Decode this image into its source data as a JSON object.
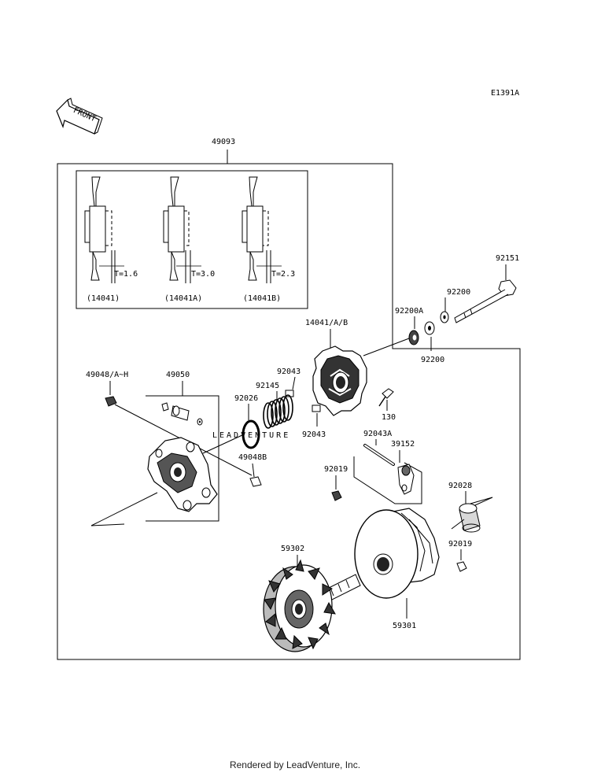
{
  "diagram_code": "E1391A",
  "front_arrow_text": "FRONT",
  "assembly_number": "49093",
  "inset": {
    "variants": [
      {
        "thickness_label": "T=1.6",
        "part_label": "(14041)"
      },
      {
        "thickness_label": "T=3.0",
        "part_label": "(14041A)"
      },
      {
        "thickness_label": "T=2.3",
        "part_label": "(14041B)"
      }
    ]
  },
  "parts": {
    "p92151": "92151",
    "p92200_top": "92200",
    "p92200A": "92200A",
    "p92200_bottom": "92200",
    "p14041": "14041/A/B",
    "p92043_a": "92043",
    "p92145": "92145",
    "p92026": "92026",
    "p92043_b": "92043",
    "p130": "130",
    "p49048": "49048/A~H",
    "p49050": "49050",
    "p49048B": "49048B",
    "p92043A": "92043A",
    "p39152": "39152",
    "p92019_a": "92019",
    "p92028": "92028",
    "p92019_b": "92019",
    "p59302": "59302",
    "p59301": "59301"
  },
  "watermark": "LEADVENTURE",
  "footer": "Rendered by LeadVenture, Inc."
}
